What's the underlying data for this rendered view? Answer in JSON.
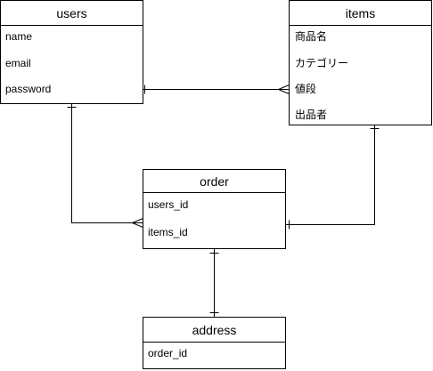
{
  "entities": {
    "users": {
      "title": "users",
      "fields": [
        "name",
        "email",
        "password"
      ]
    },
    "items": {
      "title": "items",
      "fields": [
        "商品名",
        "カテゴリー",
        "値段",
        "出品者"
      ]
    },
    "order": {
      "title": "order",
      "fields": [
        "users_id",
        "items_id"
      ]
    },
    "address": {
      "title": "address",
      "fields": [
        "order_id"
      ]
    }
  },
  "relationships": [
    {
      "from": "users",
      "to": "items",
      "from_cardinality": "one",
      "to_cardinality": "many"
    },
    {
      "from": "users",
      "to": "order",
      "from_cardinality": "one",
      "to_cardinality": "many"
    },
    {
      "from": "items",
      "to": "order",
      "from_cardinality": "one",
      "to_cardinality": "one"
    },
    {
      "from": "order",
      "to": "address",
      "from_cardinality": "one",
      "to_cardinality": "one"
    }
  ]
}
